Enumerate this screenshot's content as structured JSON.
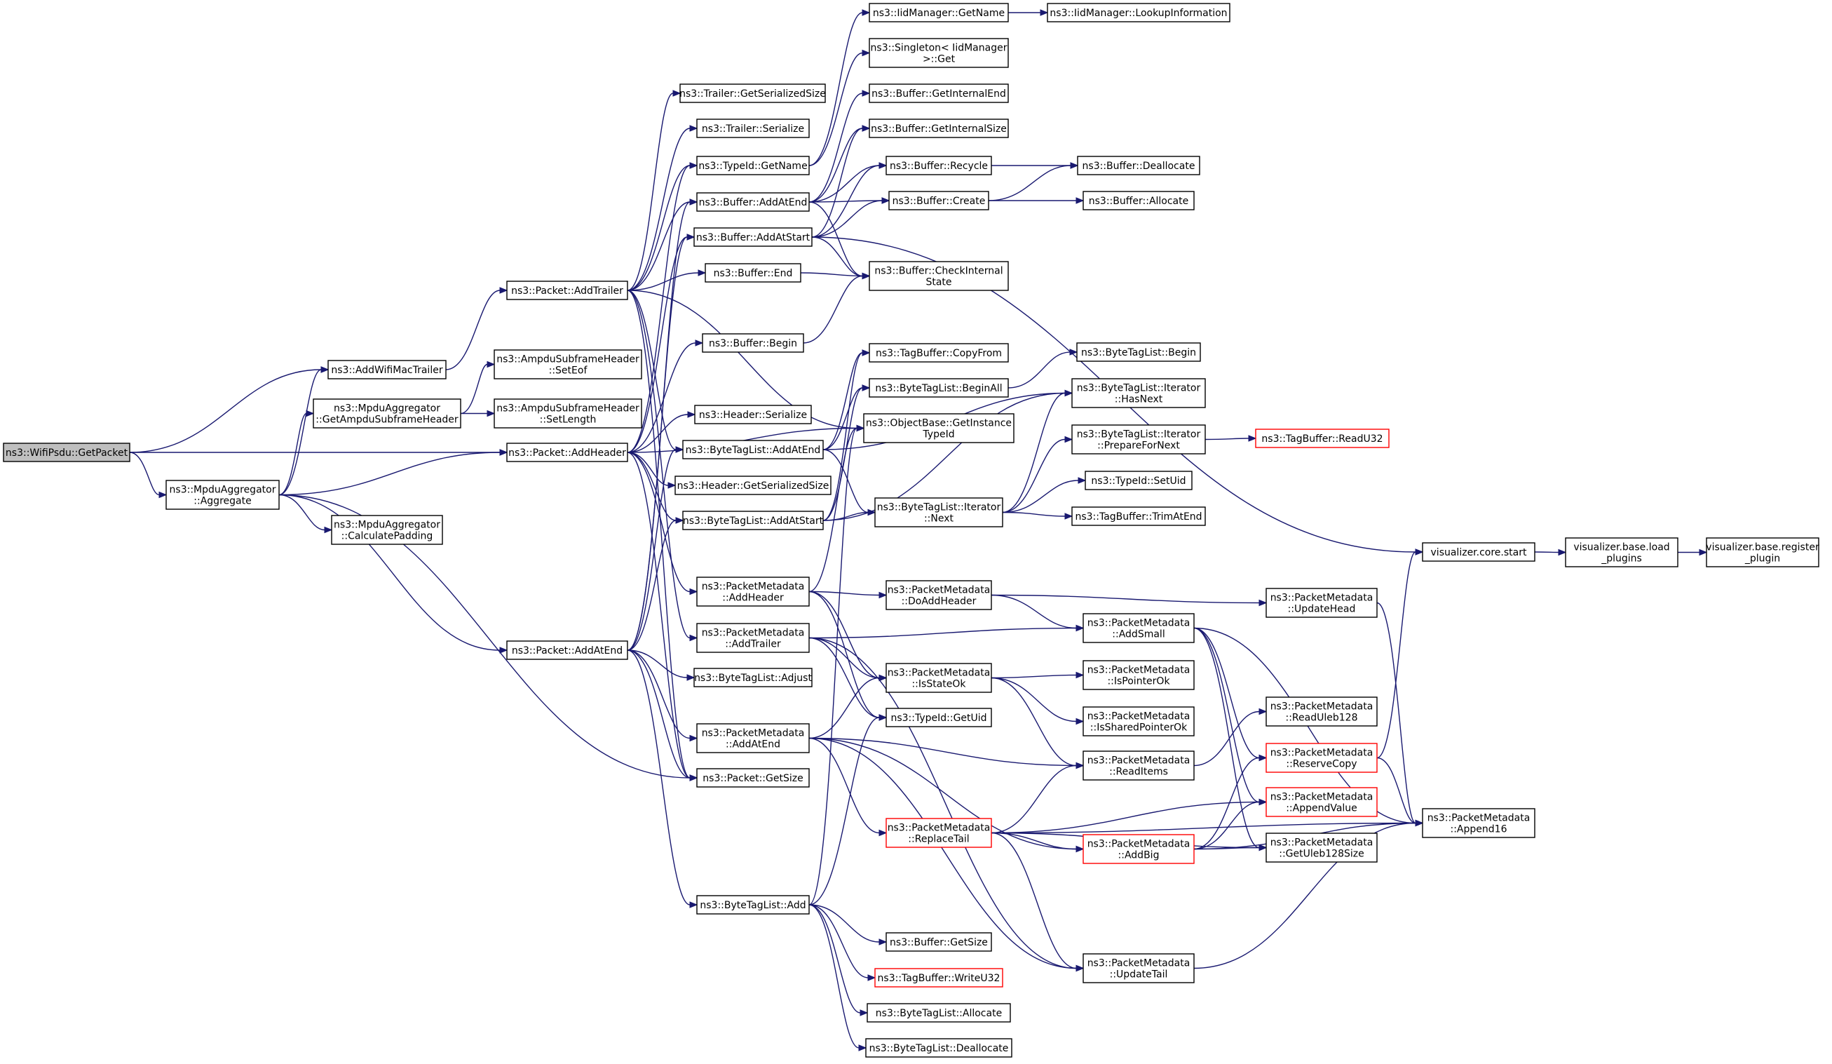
{
  "graph": {
    "type": "call-graph",
    "root": "ns3::WifiPsdu::GetPacket",
    "colors": {
      "edge": "#191970",
      "root_fill": "#bfbfbf",
      "truncated_border": "#ff0000",
      "node_border": "#000000"
    },
    "nodes": [
      {
        "id": "root",
        "lines": [
          "ns3::WifiPsdu::GetPacket"
        ],
        "style": "root"
      },
      {
        "id": "addWifiMacTrailer",
        "lines": [
          "ns3::AddWifiMacTrailer"
        ]
      },
      {
        "id": "mpduGetAmpdu",
        "lines": [
          "ns3::MpduAggregator",
          "::GetAmpduSubframeHeader"
        ]
      },
      {
        "id": "mpduAggregate",
        "lines": [
          "ns3::MpduAggregator",
          "::Aggregate"
        ]
      },
      {
        "id": "ampduSetEof",
        "lines": [
          "ns3::AmpduSubframeHeader",
          "::SetEof"
        ]
      },
      {
        "id": "ampduSetLength",
        "lines": [
          "ns3::AmpduSubframeHeader",
          "::SetLength"
        ]
      },
      {
        "id": "mpduCalcPadding",
        "lines": [
          "ns3::MpduAggregator",
          "::CalculatePadding"
        ]
      },
      {
        "id": "packetAddTrailer",
        "lines": [
          "ns3::Packet::AddTrailer"
        ]
      },
      {
        "id": "packetAddHeader",
        "lines": [
          "ns3::Packet::AddHeader"
        ]
      },
      {
        "id": "packetAddAtEnd",
        "lines": [
          "ns3::Packet::AddAtEnd"
        ]
      },
      {
        "id": "trailerGetSerSize",
        "lines": [
          "ns3::Trailer::GetSerializedSize"
        ]
      },
      {
        "id": "trailerSerialize",
        "lines": [
          "ns3::Trailer::Serialize"
        ]
      },
      {
        "id": "typeIdGetName",
        "lines": [
          "ns3::TypeId::GetName"
        ]
      },
      {
        "id": "bufferAddAtEnd",
        "lines": [
          "ns3::Buffer::AddAtEnd"
        ]
      },
      {
        "id": "bufferAddAtStart",
        "lines": [
          "ns3::Buffer::AddAtStart"
        ]
      },
      {
        "id": "bufferEnd",
        "lines": [
          "ns3::Buffer::End"
        ]
      },
      {
        "id": "bufferBegin",
        "lines": [
          "ns3::Buffer::Begin"
        ]
      },
      {
        "id": "headerSerialize",
        "lines": [
          "ns3::Header::Serialize"
        ]
      },
      {
        "id": "btlAddAtEnd",
        "lines": [
          "ns3::ByteTagList::AddAtEnd"
        ]
      },
      {
        "id": "headerGetSerSize",
        "lines": [
          "ns3::Header::GetSerializedSize"
        ]
      },
      {
        "id": "btlAddAtStart",
        "lines": [
          "ns3::ByteTagList::AddAtStart"
        ]
      },
      {
        "id": "pmAddHeader",
        "lines": [
          "ns3::PacketMetadata",
          "::AddHeader"
        ]
      },
      {
        "id": "pmAddTrailer",
        "lines": [
          "ns3::PacketMetadata",
          "::AddTrailer"
        ]
      },
      {
        "id": "btlAdjust",
        "lines": [
          "ns3::ByteTagList::Adjust"
        ]
      },
      {
        "id": "pmAddAtEnd",
        "lines": [
          "ns3::PacketMetadata",
          "::AddAtEnd"
        ]
      },
      {
        "id": "packetGetSize",
        "lines": [
          "ns3::Packet::GetSize"
        ]
      },
      {
        "id": "btlAdd",
        "lines": [
          "ns3::ByteTagList::Add"
        ]
      },
      {
        "id": "iidGetName",
        "lines": [
          "ns3::IidManager::GetName"
        ]
      },
      {
        "id": "singletonGet",
        "lines": [
          "ns3::Singleton< IidManager",
          ">::Get"
        ]
      },
      {
        "id": "bufGetInternalEnd",
        "lines": [
          "ns3::Buffer::GetInternalEnd"
        ]
      },
      {
        "id": "bufGetInternalSize",
        "lines": [
          "ns3::Buffer::GetInternalSize"
        ]
      },
      {
        "id": "bufRecycle",
        "lines": [
          "ns3::Buffer::Recycle"
        ]
      },
      {
        "id": "bufCreate",
        "lines": [
          "ns3::Buffer::Create"
        ]
      },
      {
        "id": "bufCheckInternal",
        "lines": [
          "ns3::Buffer::CheckInternal",
          "State"
        ]
      },
      {
        "id": "tagBufCopyFrom",
        "lines": [
          "ns3::TagBuffer::CopyFrom"
        ]
      },
      {
        "id": "btlBeginAll",
        "lines": [
          "ns3::ByteTagList::BeginAll"
        ]
      },
      {
        "id": "objGetInstTypeId",
        "lines": [
          "ns3::ObjectBase::GetInstance",
          "TypeId"
        ]
      },
      {
        "id": "btlIterNext",
        "lines": [
          "ns3::ByteTagList::Iterator",
          "::Next"
        ]
      },
      {
        "id": "pmDoAddHeader",
        "lines": [
          "ns3::PacketMetadata",
          "::DoAddHeader"
        ]
      },
      {
        "id": "pmIsStateOk",
        "lines": [
          "ns3::PacketMetadata",
          "::IsStateOk"
        ]
      },
      {
        "id": "typeIdGetUid",
        "lines": [
          "ns3::TypeId::GetUid"
        ]
      },
      {
        "id": "pmReplaceTail",
        "lines": [
          "ns3::PacketMetadata",
          "::ReplaceTail"
        ],
        "style": "truncated"
      },
      {
        "id": "bufGetSize",
        "lines": [
          "ns3::Buffer::GetSize"
        ]
      },
      {
        "id": "tagBufWriteU32",
        "lines": [
          "ns3::TagBuffer::WriteU32"
        ],
        "style": "truncated"
      },
      {
        "id": "btlAllocate",
        "lines": [
          "ns3::ByteTagList::Allocate"
        ]
      },
      {
        "id": "btlDeallocate",
        "lines": [
          "ns3::ByteTagList::Deallocate"
        ]
      },
      {
        "id": "iidLookupInfo",
        "lines": [
          "ns3::IidManager::LookupInformation"
        ]
      },
      {
        "id": "bufDeallocate",
        "lines": [
          "ns3::Buffer::Deallocate"
        ]
      },
      {
        "id": "bufAllocate",
        "lines": [
          "ns3::Buffer::Allocate"
        ]
      },
      {
        "id": "btlBegin",
        "lines": [
          "ns3::ByteTagList::Begin"
        ]
      },
      {
        "id": "btlIterHasNext",
        "lines": [
          "ns3::ByteTagList::Iterator",
          "::HasNext"
        ]
      },
      {
        "id": "btlIterPrepNext",
        "lines": [
          "ns3::ByteTagList::Iterator",
          "::PrepareForNext"
        ]
      },
      {
        "id": "typeIdSetUid",
        "lines": [
          "ns3::TypeId::SetUid"
        ]
      },
      {
        "id": "tagBufTrimAtEnd",
        "lines": [
          "ns3::TagBuffer::TrimAtEnd"
        ]
      },
      {
        "id": "pmAddSmall",
        "lines": [
          "ns3::PacketMetadata",
          "::AddSmall"
        ]
      },
      {
        "id": "pmIsPointerOk",
        "lines": [
          "ns3::PacketMetadata",
          "::IsPointerOk"
        ]
      },
      {
        "id": "pmIsSharedPtrOk",
        "lines": [
          "ns3::PacketMetadata",
          "::IsSharedPointerOk"
        ]
      },
      {
        "id": "pmReadItems",
        "lines": [
          "ns3::PacketMetadata",
          "::ReadItems"
        ]
      },
      {
        "id": "pmAddBig",
        "lines": [
          "ns3::PacketMetadata",
          "::AddBig"
        ],
        "style": "truncated"
      },
      {
        "id": "pmUpdateTail",
        "lines": [
          "ns3::PacketMetadata",
          "::UpdateTail"
        ]
      },
      {
        "id": "tagBufReadU32",
        "lines": [
          "ns3::TagBuffer::ReadU32"
        ],
        "style": "truncated"
      },
      {
        "id": "pmUpdateHead",
        "lines": [
          "ns3::PacketMetadata",
          "::UpdateHead"
        ]
      },
      {
        "id": "pmReadUleb128",
        "lines": [
          "ns3::PacketMetadata",
          "::ReadUleb128"
        ]
      },
      {
        "id": "pmReserveCopy",
        "lines": [
          "ns3::PacketMetadata",
          "::ReserveCopy"
        ],
        "style": "truncated"
      },
      {
        "id": "pmAppendValue",
        "lines": [
          "ns3::PacketMetadata",
          "::AppendValue"
        ],
        "style": "truncated"
      },
      {
        "id": "pmGetUleb128Size",
        "lines": [
          "ns3::PacketMetadata",
          "::GetUleb128Size"
        ]
      },
      {
        "id": "vizCoreStart",
        "lines": [
          "visualizer.core.start"
        ]
      },
      {
        "id": "pmAppend16",
        "lines": [
          "ns3::PacketMetadata",
          "::Append16"
        ]
      },
      {
        "id": "vizLoadPlugins",
        "lines": [
          "visualizer.base.load",
          "_plugins"
        ]
      },
      {
        "id": "vizRegisterPlugin",
        "lines": [
          "visualizer.base.register",
          "_plugin"
        ]
      }
    ],
    "edges": [
      [
        "root",
        "addWifiMacTrailer"
      ],
      [
        "root",
        "packetAddHeader"
      ],
      [
        "root",
        "mpduAggregate"
      ],
      [
        "addWifiMacTrailer",
        "packetAddTrailer"
      ],
      [
        "mpduGetAmpdu",
        "ampduSetEof"
      ],
      [
        "mpduGetAmpdu",
        "ampduSetLength"
      ],
      [
        "mpduAggregate",
        "addWifiMacTrailer"
      ],
      [
        "mpduAggregate",
        "mpduGetAmpdu"
      ],
      [
        "mpduAggregate",
        "packetAddHeader"
      ],
      [
        "mpduAggregate",
        "mpduCalcPadding"
      ],
      [
        "mpduAggregate",
        "packetAddAtEnd"
      ],
      [
        "mpduAggregate",
        "packetGetSize"
      ],
      [
        "packetAddTrailer",
        "trailerGetSerSize"
      ],
      [
        "packetAddTrailer",
        "trailerSerialize"
      ],
      [
        "packetAddTrailer",
        "typeIdGetName"
      ],
      [
        "packetAddTrailer",
        "bufferAddAtEnd"
      ],
      [
        "packetAddTrailer",
        "bufferEnd"
      ],
      [
        "packetAddTrailer",
        "btlAddAtEnd"
      ],
      [
        "packetAddTrailer",
        "objGetInstTypeId"
      ],
      [
        "packetAddTrailer",
        "pmAddTrailer"
      ],
      [
        "packetAddTrailer",
        "packetGetSize"
      ],
      [
        "packetAddHeader",
        "typeIdGetName"
      ],
      [
        "packetAddHeader",
        "bufferAddAtStart"
      ],
      [
        "packetAddHeader",
        "bufferBegin"
      ],
      [
        "packetAddHeader",
        "headerSerialize"
      ],
      [
        "packetAddHeader",
        "headerGetSerSize"
      ],
      [
        "packetAddHeader",
        "btlAddAtStart"
      ],
      [
        "packetAddHeader",
        "objGetInstTypeId"
      ],
      [
        "packetAddHeader",
        "pmAddHeader"
      ],
      [
        "packetAddHeader",
        "packetGetSize"
      ],
      [
        "packetAddAtEnd",
        "bufferAddAtEnd"
      ],
      [
        "packetAddAtEnd",
        "bufferAddAtStart"
      ],
      [
        "packetAddAtEnd",
        "btlAddAtEnd"
      ],
      [
        "packetAddAtEnd",
        "btlAddAtStart"
      ],
      [
        "packetAddAtEnd",
        "btlAdjust"
      ],
      [
        "packetAddAtEnd",
        "pmAddAtEnd"
      ],
      [
        "packetAddAtEnd",
        "packetGetSize"
      ],
      [
        "packetAddAtEnd",
        "btlAdd"
      ],
      [
        "typeIdGetName",
        "iidGetName"
      ],
      [
        "typeIdGetName",
        "singletonGet"
      ],
      [
        "iidGetName",
        "iidLookupInfo"
      ],
      [
        "bufferAddAtEnd",
        "bufGetInternalEnd"
      ],
      [
        "bufferAddAtEnd",
        "bufGetInternalSize"
      ],
      [
        "bufferAddAtEnd",
        "bufRecycle"
      ],
      [
        "bufferAddAtEnd",
        "bufCreate"
      ],
      [
        "bufferAddAtEnd",
        "bufCheckInternal"
      ],
      [
        "bufferAddAtStart",
        "bufGetInternalSize"
      ],
      [
        "bufferAddAtStart",
        "bufRecycle"
      ],
      [
        "bufferAddAtStart",
        "bufCreate"
      ],
      [
        "bufferAddAtStart",
        "bufCheckInternal"
      ],
      [
        "bufferAddAtStart",
        "vizCoreStart"
      ],
      [
        "bufferEnd",
        "bufCheckInternal"
      ],
      [
        "bufferBegin",
        "bufCheckInternal"
      ],
      [
        "bufRecycle",
        "bufDeallocate"
      ],
      [
        "bufCreate",
        "bufDeallocate"
      ],
      [
        "bufCreate",
        "bufAllocate"
      ],
      [
        "btlAddAtEnd",
        "tagBufCopyFrom"
      ],
      [
        "btlAddAtEnd",
        "btlBeginAll"
      ],
      [
        "btlAddAtEnd",
        "btlIterHasNext"
      ],
      [
        "btlAddAtEnd",
        "btlIterNext"
      ],
      [
        "btlAddAtStart",
        "tagBufCopyFrom"
      ],
      [
        "btlAddAtStart",
        "btlBeginAll"
      ],
      [
        "btlAddAtStart",
        "btlIterHasNext"
      ],
      [
        "btlAddAtStart",
        "btlIterNext"
      ],
      [
        "btlBeginAll",
        "btlBegin"
      ],
      [
        "btlIterNext",
        "btlIterPrepNext"
      ],
      [
        "btlIterNext",
        "typeIdSetUid"
      ],
      [
        "btlIterNext",
        "tagBufTrimAtEnd"
      ],
      [
        "btlIterNext",
        "btlIterHasNext"
      ],
      [
        "btlIterPrepNext",
        "tagBufReadU32"
      ],
      [
        "pmAddHeader",
        "objGetInstTypeId"
      ],
      [
        "pmAddHeader",
        "pmDoAddHeader"
      ],
      [
        "pmAddHeader",
        "pmIsStateOk"
      ],
      [
        "pmAddHeader",
        "typeIdGetUid"
      ],
      [
        "pmDoAddHeader",
        "pmAddSmall"
      ],
      [
        "pmDoAddHeader",
        "pmUpdateHead"
      ],
      [
        "pmAddTrailer",
        "pmAddSmall"
      ],
      [
        "pmAddTrailer",
        "pmIsStateOk"
      ],
      [
        "pmAddTrailer",
        "typeIdGetUid"
      ],
      [
        "pmAddTrailer",
        "pmUpdateTail"
      ],
      [
        "pmAddAtEnd",
        "pmIsStateOk"
      ],
      [
        "pmAddAtEnd",
        "pmReadItems"
      ],
      [
        "pmAddAtEnd",
        "pmReplaceTail"
      ],
      [
        "pmAddAtEnd",
        "pmAddBig"
      ],
      [
        "pmAddAtEnd",
        "pmUpdateTail"
      ],
      [
        "pmIsStateOk",
        "pmIsPointerOk"
      ],
      [
        "pmIsStateOk",
        "pmIsSharedPtrOk"
      ],
      [
        "pmIsStateOk",
        "pmReadItems"
      ],
      [
        "pmReadItems",
        "pmReadUleb128"
      ],
      [
        "pmReplaceTail",
        "pmReadItems"
      ],
      [
        "pmReplaceTail",
        "pmAppendValue"
      ],
      [
        "pmReplaceTail",
        "pmAddBig"
      ],
      [
        "pmReplaceTail",
        "pmGetUleb128Size"
      ],
      [
        "pmReplaceTail",
        "pmUpdateTail"
      ],
      [
        "pmReplaceTail",
        "pmAppend16"
      ],
      [
        "pmAddSmall",
        "pmReserveCopy"
      ],
      [
        "pmAddSmall",
        "pmAppendValue"
      ],
      [
        "pmAddSmall",
        "pmGetUleb128Size"
      ],
      [
        "pmAddSmall",
        "pmAppend16"
      ],
      [
        "pmAddBig",
        "pmReserveCopy"
      ],
      [
        "pmAddBig",
        "pmAppendValue"
      ],
      [
        "pmAddBig",
        "pmGetUleb128Size"
      ],
      [
        "pmAddBig",
        "pmAppend16"
      ],
      [
        "pmUpdateHead",
        "pmAppend16"
      ],
      [
        "pmUpdateTail",
        "pmAppend16"
      ],
      [
        "pmReserveCopy",
        "vizCoreStart"
      ],
      [
        "pmReserveCopy",
        "pmAppend16"
      ],
      [
        "btlAdd",
        "typeIdGetUid"
      ],
      [
        "btlAdd",
        "objGetInstTypeId"
      ],
      [
        "btlAdd",
        "bufGetSize"
      ],
      [
        "btlAdd",
        "tagBufWriteU32"
      ],
      [
        "btlAdd",
        "btlAllocate"
      ],
      [
        "btlAdd",
        "btlDeallocate"
      ],
      [
        "vizCoreStart",
        "vizLoadPlugins"
      ],
      [
        "vizLoadPlugins",
        "vizRegisterPlugin"
      ]
    ]
  }
}
